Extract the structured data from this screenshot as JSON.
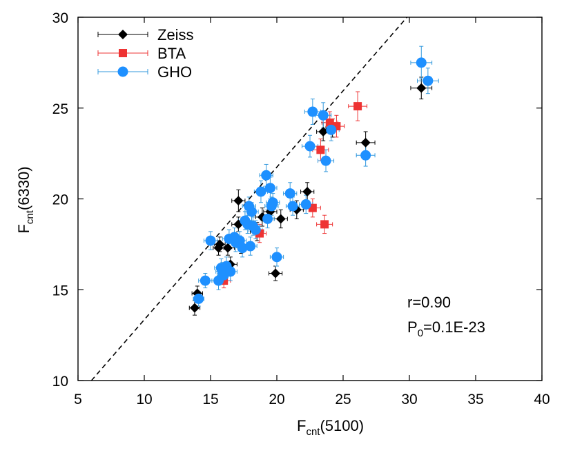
{
  "chart_data": {
    "type": "scatter",
    "xlabel": {
      "main": "F",
      "sub": "cnt",
      "rest": "(5100)"
    },
    "ylabel": {
      "main": "F",
      "sub": "cnt",
      "rest": "(6330)"
    },
    "xlim": [
      5,
      40
    ],
    "ylim": [
      10,
      30
    ],
    "xticks": [
      "5",
      "10",
      "15",
      "20",
      "25",
      "30",
      "35",
      "40"
    ],
    "yticks": [
      "10",
      "15",
      "20",
      "25",
      "30"
    ],
    "grid": false,
    "legend_position": "top-left",
    "fit_line": {
      "style": "dashed",
      "color": "#000000",
      "slope": 0.84,
      "intercept": 4.95
    },
    "annotations": {
      "r_text": "r=0.90",
      "p_main": "P",
      "p_sub": "0",
      "p_rest": "=0.1E-23"
    },
    "series": [
      {
        "name": "Zeiss",
        "marker": "diamond",
        "color": "#000000",
        "errcolor": "#000000",
        "points": [
          [
            13.8,
            14.0,
            0.4,
            0.4
          ],
          [
            14.0,
            14.8,
            0.4,
            0.4
          ],
          [
            15.6,
            17.3,
            0.4,
            0.4
          ],
          [
            15.7,
            17.5,
            0.4,
            0.4
          ],
          [
            16.3,
            17.3,
            0.5,
            0.4
          ],
          [
            16.5,
            16.4,
            0.5,
            0.4
          ],
          [
            17.1,
            19.9,
            0.5,
            0.6
          ],
          [
            17.1,
            18.6,
            0.5,
            0.4
          ],
          [
            17.3,
            17.4,
            0.4,
            0.4
          ],
          [
            18.5,
            18.2,
            0.5,
            0.5
          ],
          [
            18.9,
            19.0,
            0.5,
            0.5
          ],
          [
            19.5,
            19.3,
            0.5,
            0.5
          ],
          [
            19.9,
            15.9,
            0.5,
            0.4
          ],
          [
            20.3,
            18.9,
            0.5,
            0.5
          ],
          [
            21.5,
            19.4,
            0.5,
            0.5
          ],
          [
            22.3,
            20.4,
            0.5,
            0.5
          ],
          [
            23.5,
            23.7,
            0.5,
            0.5
          ],
          [
            24.2,
            23.9,
            0.5,
            0.5
          ],
          [
            26.7,
            23.1,
            0.7,
            0.6
          ],
          [
            30.9,
            26.1,
            0.8,
            0.6
          ]
        ]
      },
      {
        "name": "BTA",
        "marker": "square",
        "color": "#ee3333",
        "errcolor": "#ee3333",
        "points": [
          [
            16.0,
            15.5,
            0.5,
            0.4
          ],
          [
            18.7,
            18.1,
            0.5,
            0.5
          ],
          [
            22.7,
            19.5,
            0.6,
            0.5
          ],
          [
            23.3,
            22.7,
            0.6,
            0.6
          ],
          [
            23.6,
            18.6,
            0.6,
            0.5
          ],
          [
            24.0,
            24.2,
            0.6,
            0.6
          ],
          [
            24.5,
            24.0,
            0.6,
            0.6
          ],
          [
            26.1,
            25.1,
            0.7,
            0.8
          ]
        ]
      },
      {
        "name": "GHO",
        "marker": "circle",
        "color": "#1e90ff",
        "errcolor": "#3399dd",
        "points": [
          [
            14.1,
            14.5,
            0.4,
            0.4
          ],
          [
            14.6,
            15.5,
            0.5,
            0.4
          ],
          [
            15.0,
            17.7,
            0.5,
            0.5
          ],
          [
            15.6,
            15.5,
            0.5,
            0.5
          ],
          [
            15.8,
            16.2,
            0.5,
            0.5
          ],
          [
            15.9,
            16.0,
            0.5,
            0.5
          ],
          [
            16.0,
            15.8,
            0.5,
            0.5
          ],
          [
            16.2,
            16.3,
            0.5,
            0.5
          ],
          [
            16.4,
            17.8,
            0.5,
            0.5
          ],
          [
            16.5,
            16.0,
            0.5,
            0.5
          ],
          [
            16.8,
            17.9,
            0.5,
            0.5
          ],
          [
            16.9,
            17.6,
            0.5,
            0.5
          ],
          [
            17.2,
            17.7,
            0.5,
            0.5
          ],
          [
            17.4,
            17.3,
            0.5,
            0.5
          ],
          [
            17.6,
            18.8,
            0.5,
            0.5
          ],
          [
            17.8,
            18.6,
            0.5,
            0.5
          ],
          [
            17.9,
            19.6,
            0.5,
            0.5
          ],
          [
            18.0,
            17.4,
            0.5,
            0.5
          ],
          [
            18.1,
            19.3,
            0.5,
            0.5
          ],
          [
            18.2,
            18.5,
            0.5,
            0.5
          ],
          [
            18.4,
            18.3,
            0.5,
            0.5
          ],
          [
            18.8,
            20.4,
            0.5,
            0.6
          ],
          [
            19.2,
            21.3,
            0.5,
            0.6
          ],
          [
            19.3,
            18.9,
            0.5,
            0.5
          ],
          [
            19.5,
            20.6,
            0.5,
            0.6
          ],
          [
            19.6,
            19.6,
            0.5,
            0.5
          ],
          [
            19.7,
            19.8,
            0.5,
            0.5
          ],
          [
            20.0,
            16.8,
            0.5,
            0.5
          ],
          [
            21.0,
            20.3,
            0.5,
            0.6
          ],
          [
            21.2,
            19.6,
            0.5,
            0.5
          ],
          [
            22.2,
            19.7,
            0.5,
            0.5
          ],
          [
            22.5,
            22.9,
            0.6,
            0.6
          ],
          [
            22.7,
            24.8,
            0.6,
            0.7
          ],
          [
            23.5,
            24.6,
            0.6,
            0.7
          ],
          [
            23.7,
            22.1,
            0.6,
            0.6
          ],
          [
            24.1,
            23.8,
            0.6,
            0.6
          ],
          [
            26.7,
            22.4,
            0.7,
            0.6
          ],
          [
            30.9,
            27.5,
            0.8,
            0.9
          ],
          [
            31.4,
            26.5,
            0.8,
            0.7
          ]
        ]
      }
    ]
  }
}
